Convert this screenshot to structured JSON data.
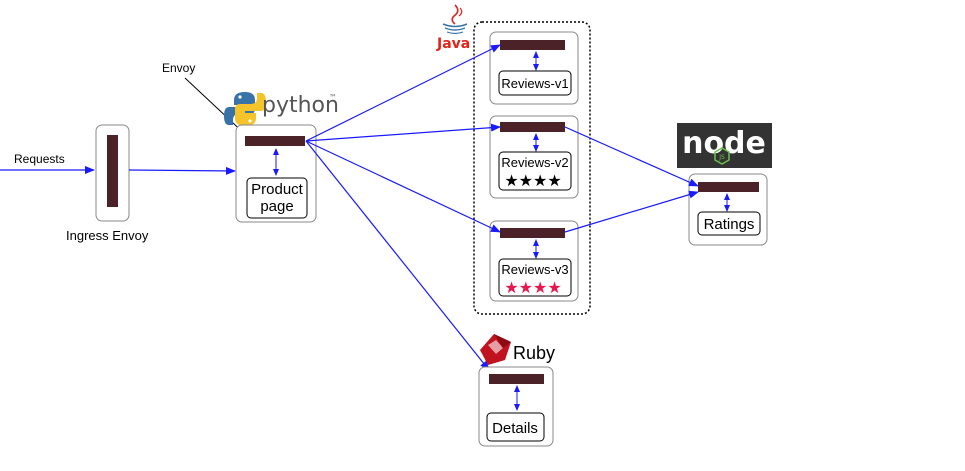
{
  "labels": {
    "requests": "Requests",
    "envoy": "Envoy",
    "ingress": "Ingress Envoy"
  },
  "services": {
    "productpage": {
      "line1": "Product",
      "line2": "page"
    },
    "reviews_v1": {
      "label": "Reviews-v1"
    },
    "reviews_v2": {
      "label": "Reviews-v2",
      "stars": "★★★★"
    },
    "reviews_v3": {
      "label": "Reviews-v3",
      "stars": "★★★★"
    },
    "ratings": {
      "label": "Ratings"
    },
    "details": {
      "label": "Details"
    }
  },
  "logos": {
    "python": "python",
    "python_tm": "™",
    "java": "Java",
    "ruby": "Ruby",
    "node": "node",
    "node_js": "JS"
  },
  "colors": {
    "arrow": "#1a1aff",
    "sidecar": "#4a2228",
    "star_red": "#e8174f",
    "node_bg": "#333333",
    "node_green": "#6cc24a"
  }
}
